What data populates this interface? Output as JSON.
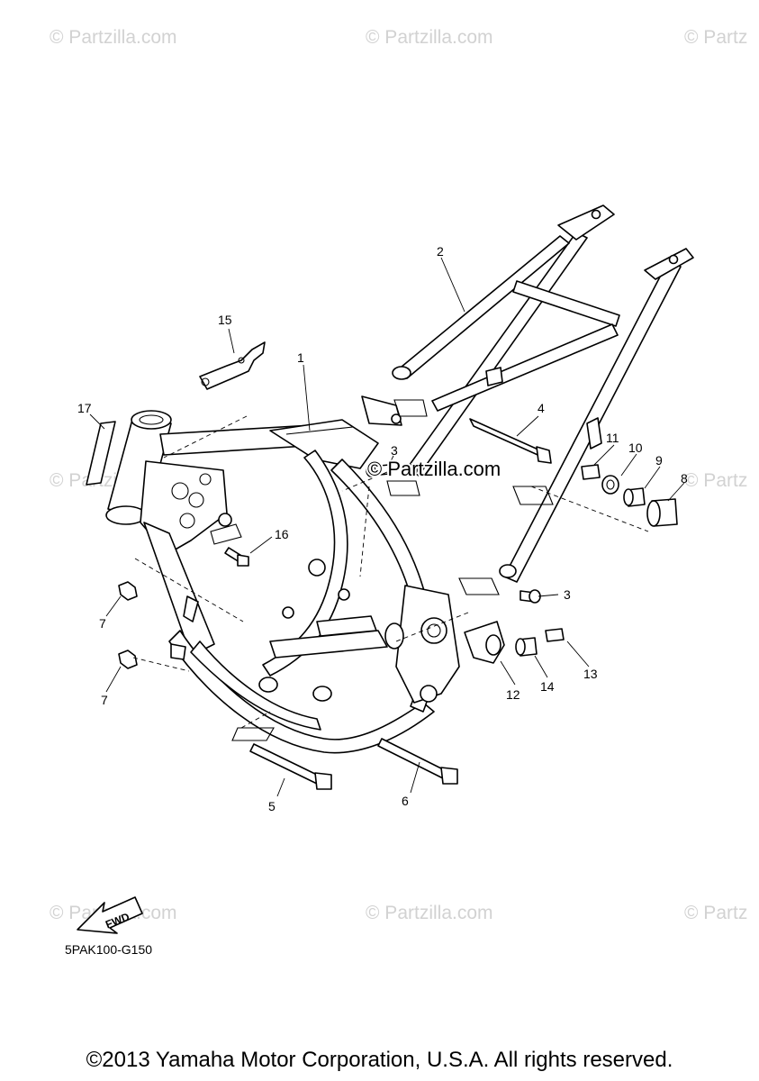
{
  "watermark_text": "© Partzilla.com",
  "watermark_text_right": "© Partz",
  "banner_watermark": "© Partzilla.com",
  "callouts": {
    "p1": "1",
    "p2": "2",
    "p3a": "3",
    "p3b": "3",
    "p4": "4",
    "p5": "5",
    "p6": "6",
    "p7a": "7",
    "p7b": "7",
    "p8": "8",
    "p9": "9",
    "p10": "10",
    "p11": "11",
    "p12": "12",
    "p13": "13",
    "p14": "14",
    "p15": "15",
    "p16": "16",
    "p17": "17"
  },
  "fwd_label": "FWD",
  "diagram_code": "5PAK100-G150",
  "copyright": "©2013 Yamaha Motor Corporation, U.S.A. All rights reserved."
}
